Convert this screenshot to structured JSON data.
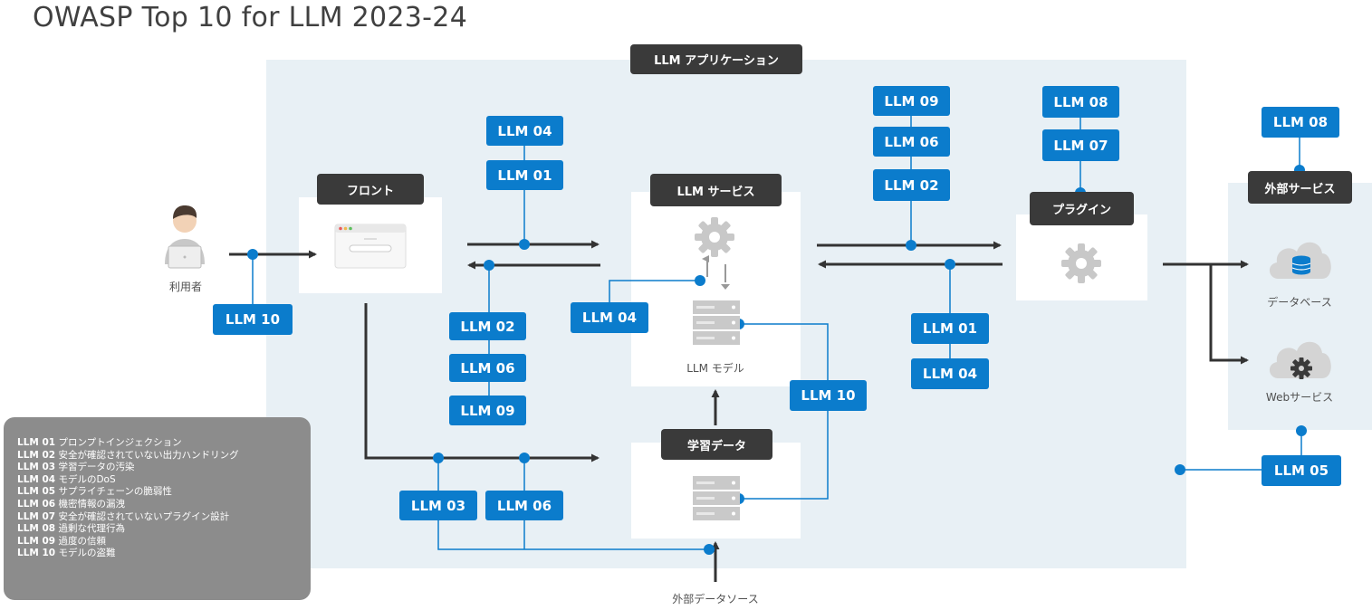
{
  "title": "OWASP Top 10 for LLM 2023-24",
  "colors": {
    "accent": "#0b7ccc",
    "header": "#3a3a3a",
    "region": "#e8f0f5",
    "legend": "#8c8c8c"
  },
  "headers": {
    "app": "LLM アプリケーション",
    "front": "フロント",
    "service": "LLM サービス",
    "training": "学習データ",
    "plugin": "プラグイン",
    "external": "外部サービス"
  },
  "labels": {
    "user": "利用者",
    "model": "LLM モデル",
    "database": "データベース",
    "web_service": "Webサービス",
    "external_source": "外部データソース"
  },
  "tags": {
    "user_10": "LLM 10",
    "front_04": "LLM 04",
    "front_01": "LLM 01",
    "back_02": "LLM 02",
    "back_06": "LLM 06",
    "back_09": "LLM 09",
    "model_04": "LLM 04",
    "model_10": "LLM 10",
    "train_03": "LLM 03",
    "train_06": "LLM 06",
    "svc_09": "LLM 09",
    "svc_06": "LLM 06",
    "svc_02": "LLM 02",
    "plg_08": "LLM 08",
    "plg_07": "LLM 07",
    "ret_01": "LLM 01",
    "ret_04": "LLM 04",
    "ext_08": "LLM 08",
    "ext_05": "LLM 05"
  },
  "icons": [
    "user-icon",
    "browser-icon",
    "gear-icon",
    "server-icon",
    "database-cloud-icon",
    "web-service-cloud-icon"
  ],
  "legend": [
    {
      "code": "LLM 01",
      "text": "プロンプトインジェクション"
    },
    {
      "code": "LLM 02",
      "text": "安全が確認されていない出力ハンドリング"
    },
    {
      "code": "LLM 03",
      "text": "学習データの汚染"
    },
    {
      "code": "LLM 04",
      "text": "モデルのDoS"
    },
    {
      "code": "LLM 05",
      "text": "サプライチェーンの脆弱性"
    },
    {
      "code": "LLM 06",
      "text": "機密情報の漏洩"
    },
    {
      "code": "LLM 07",
      "text": "安全が確認されていないプラグイン設計"
    },
    {
      "code": "LLM 08",
      "text": "過剰な代理行為"
    },
    {
      "code": "LLM 09",
      "text": "過度の信頼"
    },
    {
      "code": "LLM 10",
      "text": "モデルの盗難"
    }
  ]
}
